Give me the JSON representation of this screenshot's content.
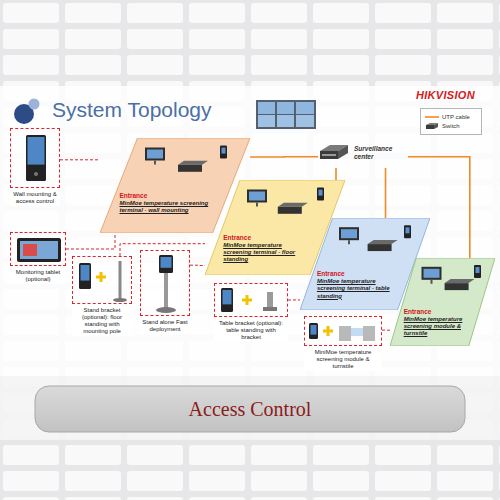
{
  "diagram": {
    "title": "System Topology",
    "caption": "Access Control",
    "nodes": [
      {
        "text": [
          "Wall mounting & access control"
        ]
      },
      {
        "text": [
          "Monitoring tablet (optional)"
        ]
      },
      {
        "text": [
          "Entrance",
          "MinMoe temperature screening terminal - wall mounting"
        ]
      },
      {
        "text": [
          "Surveillance center"
        ]
      },
      {
        "text": [
          "Entrance",
          "MinMoe temperature screening terminal - floor standing"
        ]
      },
      {
        "text": [
          "Entrance",
          "MinMoe temperature screening terminal - table standing"
        ]
      },
      {
        "text": [
          "Entrance",
          "MinMoe temperature screening module & turnstile"
        ]
      },
      {
        "text": [
          "Stand bracket (optional): floor standing with mounting pole"
        ]
      },
      {
        "text": [
          "Stand alone Fast deployment"
        ]
      },
      {
        "text": [
          "Table bracket (optional): table standing with bracket"
        ]
      },
      {
        "text": [
          "MiniMoe temperature screening module & turnstile"
        ]
      }
    ],
    "edges": [
      {
        "from": 3,
        "to": 2,
        "arrow": "none"
      },
      {
        "from": 3,
        "to": 4,
        "arrow": "none"
      },
      {
        "from": 3,
        "to": 5,
        "arrow": "none"
      },
      {
        "from": 3,
        "to": 6,
        "arrow": "none"
      },
      {
        "from": 0,
        "to": 2,
        "arrow": "none"
      },
      {
        "from": 1,
        "to": 2,
        "arrow": "none"
      },
      {
        "from": 7,
        "to": 4,
        "arrow": "none"
      },
      {
        "from": 8,
        "to": 4,
        "arrow": "none"
      },
      {
        "from": 9,
        "to": 5,
        "arrow": "none"
      },
      {
        "from": 10,
        "to": 6,
        "arrow": "none"
      }
    ],
    "labels": [
      "HIKVISION"
    ],
    "legend": [
      {
        "text": "UTP cable"
      },
      {
        "text": "Switch"
      }
    ]
  }
}
